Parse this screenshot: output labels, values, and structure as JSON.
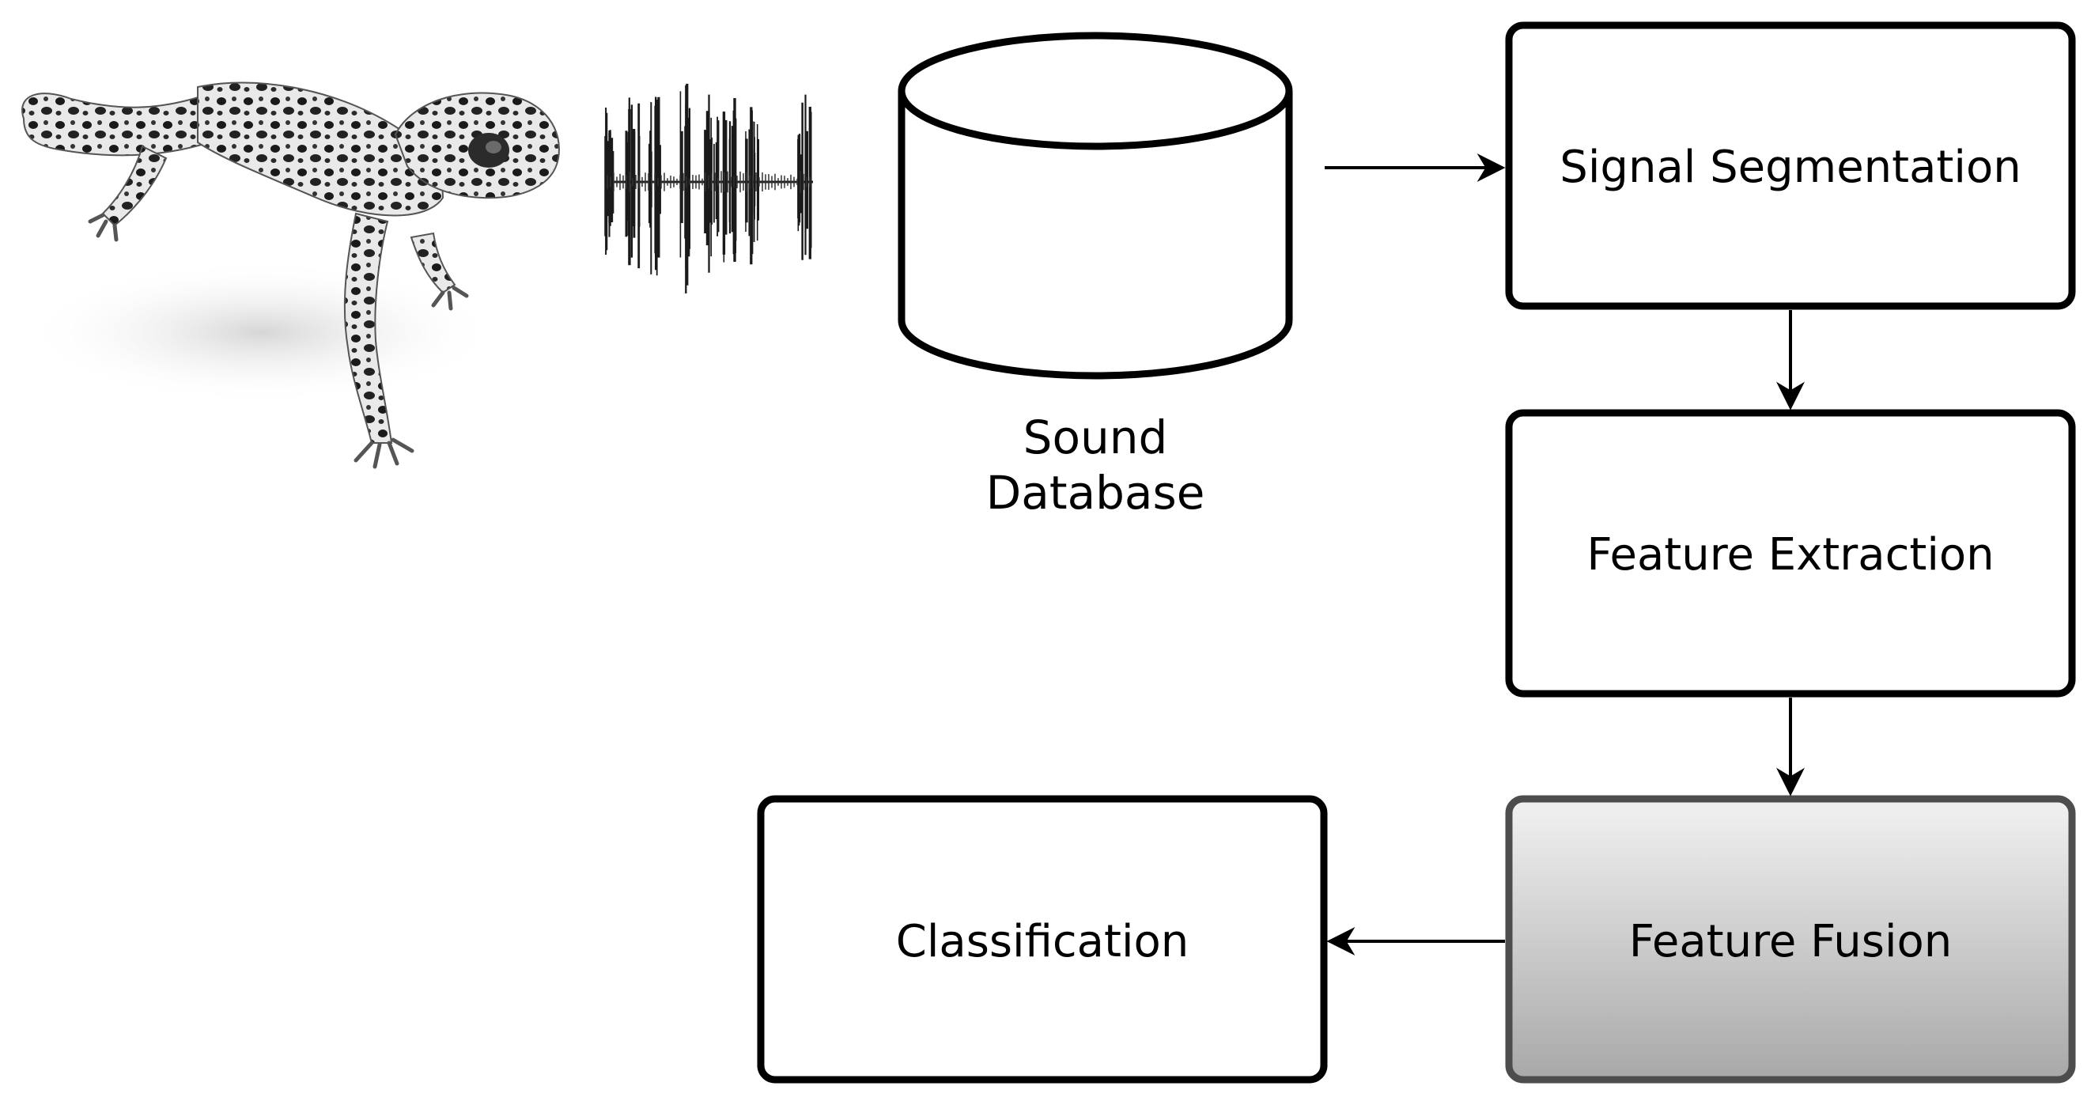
{
  "nodes": {
    "sound_database": {
      "label_line1": "Sound",
      "label_line2": "Database"
    },
    "signal_segmentation": {
      "label": "Signal Segmentation"
    },
    "feature_extraction": {
      "label": "Feature Extraction"
    },
    "feature_fusion": {
      "label": "Feature Fusion"
    },
    "classification": {
      "label": "Classification"
    }
  },
  "edges": [
    {
      "from": "sound_database",
      "to": "signal_segmentation"
    },
    {
      "from": "signal_segmentation",
      "to": "feature_extraction"
    },
    {
      "from": "feature_extraction",
      "to": "feature_fusion"
    },
    {
      "from": "feature_fusion",
      "to": "classification"
    }
  ],
  "illustrations": [
    "gecko-image",
    "sound-waveform"
  ],
  "colors": {
    "stroke": "#000000",
    "fusion_gradient_top": "#f2f2f2",
    "fusion_gradient_bottom": "#a8a8a8",
    "fusion_border": "#4d4d4d"
  }
}
